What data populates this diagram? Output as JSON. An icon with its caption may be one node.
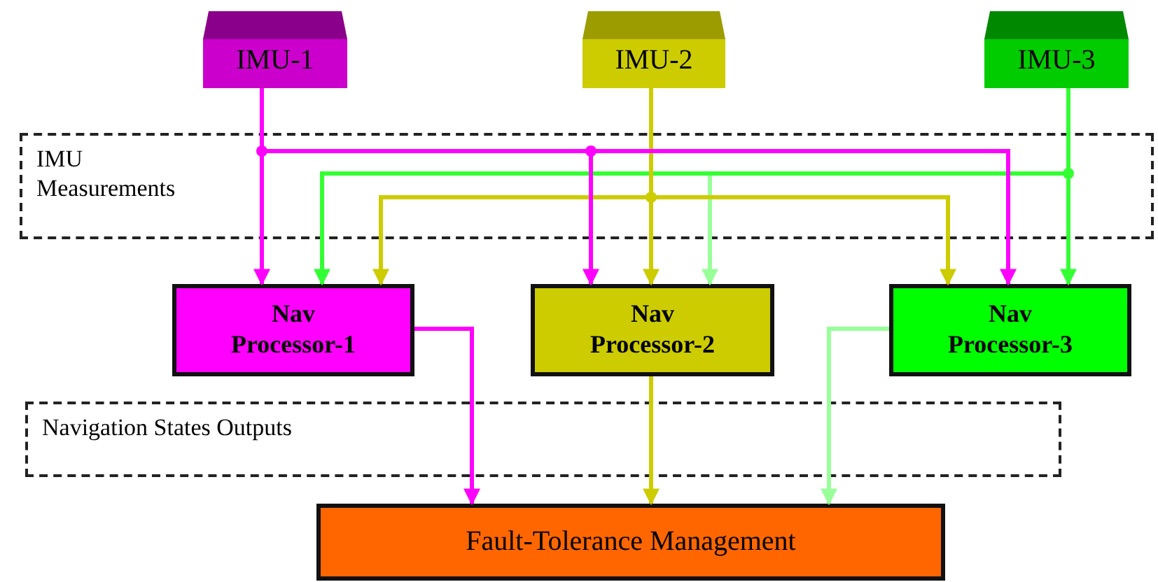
{
  "diagram": {
    "nodes": [
      {
        "text": [
          "IMU-1"
        ]
      },
      {
        "text": [
          "IMU-2"
        ]
      },
      {
        "text": [
          "IMU-3"
        ]
      },
      {
        "text": [
          "Nav Processor-1"
        ]
      },
      {
        "text": [
          "Nav Processor-2"
        ]
      },
      {
        "text": [
          "Nav Processor-3"
        ]
      },
      {
        "text": [
          "Fault-Tolerance Management"
        ]
      }
    ],
    "edges": [
      {
        "from": 0,
        "to": 3,
        "arrow": "to",
        "color": "#ff00ff"
      },
      {
        "from": 0,
        "to": 4,
        "arrow": "to",
        "color": "#ff00ff"
      },
      {
        "from": 0,
        "to": 5,
        "arrow": "to",
        "color": "#ff00ff"
      },
      {
        "from": 1,
        "to": 3,
        "arrow": "to",
        "color": "#cccc00"
      },
      {
        "from": 1,
        "to": 4,
        "arrow": "to",
        "color": "#cccc00"
      },
      {
        "from": 1,
        "to": 5,
        "arrow": "to",
        "color": "#cccc00"
      },
      {
        "from": 2,
        "to": 3,
        "arrow": "to",
        "color": "#33ff33"
      },
      {
        "from": 2,
        "to": 4,
        "arrow": "to",
        "color": "#99ff99"
      },
      {
        "from": 2,
        "to": 5,
        "arrow": "to",
        "color": "#33ff33"
      },
      {
        "from": 3,
        "to": 6,
        "arrow": "to",
        "color": "#ff00ff"
      },
      {
        "from": 4,
        "to": 6,
        "arrow": "to",
        "color": "#cccc00"
      },
      {
        "from": 5,
        "to": 6,
        "arrow": "to",
        "color": "#99ff99"
      }
    ],
    "labels": [
      "IMU Measurements",
      "Navigation States Outputs"
    ]
  }
}
